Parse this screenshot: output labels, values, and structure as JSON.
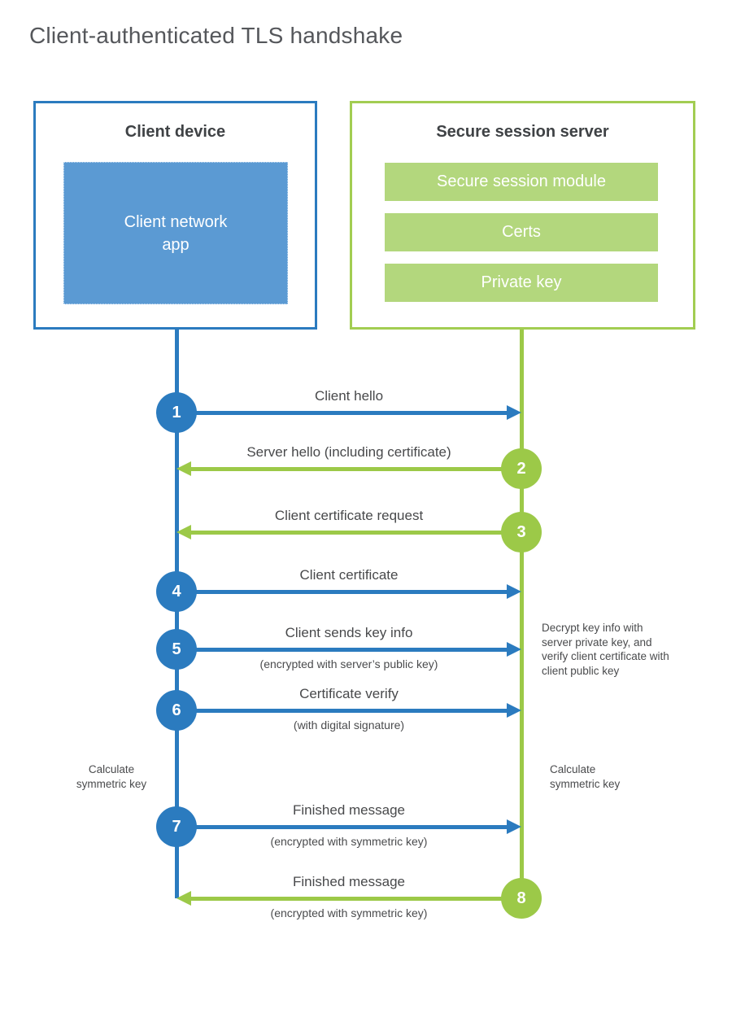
{
  "title": "Client-authenticated TLS handshake",
  "client": {
    "heading": "Client device",
    "app_label": "Client network app"
  },
  "server": {
    "heading": "Secure session server",
    "modules": [
      "Secure session module",
      "Certs",
      "Private key"
    ]
  },
  "steps": [
    {
      "num": "1",
      "label": "Client hello",
      "sublabel": "",
      "from": "client",
      "to": "server"
    },
    {
      "num": "2",
      "label": "Server hello (including certificate)",
      "sublabel": "",
      "from": "server",
      "to": "client"
    },
    {
      "num": "3",
      "label": "Client certificate request",
      "sublabel": "",
      "from": "server",
      "to": "client"
    },
    {
      "num": "4",
      "label": "Client certificate",
      "sublabel": "",
      "from": "client",
      "to": "server"
    },
    {
      "num": "5",
      "label": "Client sends key info",
      "sublabel": "(encrypted with server’s public key)",
      "from": "client",
      "to": "server"
    },
    {
      "num": "6",
      "label": "Certificate verify",
      "sublabel": "(with digital signature)",
      "from": "client",
      "to": "server"
    },
    {
      "num": "7",
      "label": "Finished message",
      "sublabel": "(encrypted with symmetric key)",
      "from": "client",
      "to": "server"
    },
    {
      "num": "8",
      "label": "Finished message",
      "sublabel": "(encrypted with symmetric key)",
      "from": "server",
      "to": "client"
    }
  ],
  "notes": {
    "decrypt": "Decrypt key info with server private key, and verify client certificate with client public key",
    "calc_left": "Calculate symmetric key",
    "calc_right": "Calculate symmetric key"
  },
  "colors": {
    "blue": "#2B7BBF",
    "blue_fill": "#5B9AD3",
    "green": "#9CC948",
    "green_fill": "#B3D77D",
    "text_dark": "#3F4245",
    "text_gray": "#55575B"
  }
}
